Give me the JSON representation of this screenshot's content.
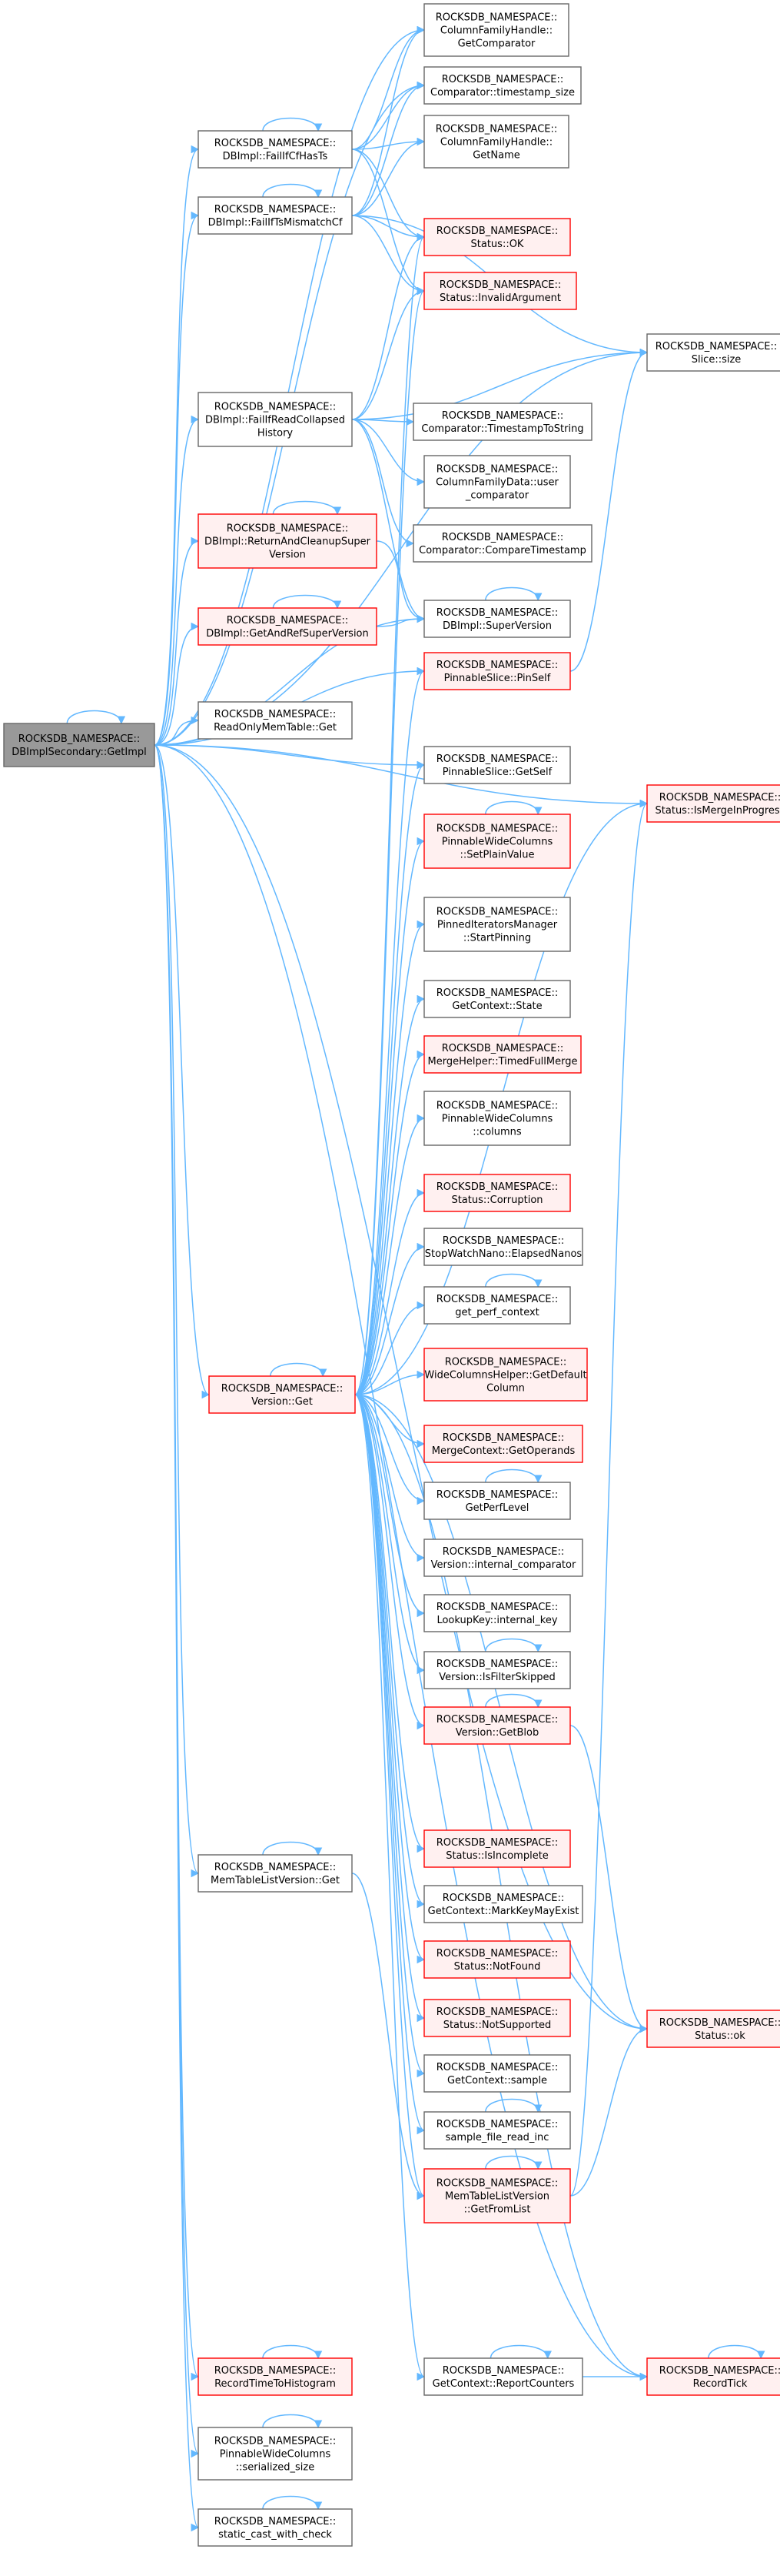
{
  "colors": {
    "edge": "#63b8ff",
    "node_fill": "#ffffff",
    "node_border": "#666666",
    "red_fill": "#fff0f0",
    "red_border": "#ff0000",
    "root_fill": "#999999",
    "root_border": "#666666"
  },
  "nodes": [
    {
      "id": "root",
      "label": [
        "ROCKSDB_NAMESPACE::",
        "DBImplSecondary::GetImpl"
      ],
      "style": "root"
    },
    {
      "id": "n1",
      "label": [
        "ROCKSDB_NAMESPACE::",
        "ColumnFamilyHandle::",
        "GetComparator"
      ],
      "style": "normal"
    },
    {
      "id": "n2",
      "label": [
        "ROCKSDB_NAMESPACE::",
        "Comparator::timestamp_size"
      ],
      "style": "normal"
    },
    {
      "id": "n3",
      "label": [
        "ROCKSDB_NAMESPACE::",
        "ColumnFamilyHandle::",
        "GetName"
      ],
      "style": "normal"
    },
    {
      "id": "n4",
      "label": [
        "ROCKSDB_NAMESPACE::",
        "Status::OK"
      ],
      "style": "red"
    },
    {
      "id": "n5",
      "label": [
        "ROCKSDB_NAMESPACE::",
        "Status::InvalidArgument"
      ],
      "style": "red"
    },
    {
      "id": "n6",
      "label": [
        "ROCKSDB_NAMESPACE::",
        "DBImpl::FailIfCfHasTs"
      ],
      "style": "normal"
    },
    {
      "id": "n7",
      "label": [
        "ROCKSDB_NAMESPACE::",
        "DBImpl::FailIfTsMismatchCf"
      ],
      "style": "normal"
    },
    {
      "id": "n8",
      "label": [
        "ROCKSDB_NAMESPACE::",
        "Slice::size"
      ],
      "style": "normal"
    },
    {
      "id": "n9",
      "label": [
        "ROCKSDB_NAMESPACE::",
        "DBImpl::FailIfReadCollapsed",
        "History"
      ],
      "style": "normal"
    },
    {
      "id": "n10",
      "label": [
        "ROCKSDB_NAMESPACE::",
        "Comparator::TimestampToString"
      ],
      "style": "normal"
    },
    {
      "id": "n11",
      "label": [
        "ROCKSDB_NAMESPACE::",
        "ColumnFamilyData::user",
        "_comparator"
      ],
      "style": "normal"
    },
    {
      "id": "n12",
      "label": [
        "ROCKSDB_NAMESPACE::",
        "Comparator::CompareTimestamp"
      ],
      "style": "normal"
    },
    {
      "id": "n13",
      "label": [
        "ROCKSDB_NAMESPACE::",
        "DBImpl::ReturnAndCleanupSuper",
        "Version"
      ],
      "style": "red"
    },
    {
      "id": "n14",
      "label": [
        "ROCKSDB_NAMESPACE::",
        "DBImpl::SuperVersion"
      ],
      "style": "normal"
    },
    {
      "id": "n15",
      "label": [
        "ROCKSDB_NAMESPACE::",
        "DBImpl::GetAndRefSuperVersion"
      ],
      "style": "red"
    },
    {
      "id": "n16",
      "label": [
        "ROCKSDB_NAMESPACE::",
        "PinnableSlice::PinSelf"
      ],
      "style": "red"
    },
    {
      "id": "n17",
      "label": [
        "ROCKSDB_NAMESPACE::",
        "ReadOnlyMemTable::Get"
      ],
      "style": "normal"
    },
    {
      "id": "n18",
      "label": [
        "ROCKSDB_NAMESPACE::",
        "PinnableSlice::GetSelf"
      ],
      "style": "normal"
    },
    {
      "id": "n19",
      "label": [
        "ROCKSDB_NAMESPACE::",
        "Status::IsMergeInProgress"
      ],
      "style": "red"
    },
    {
      "id": "n20",
      "label": [
        "ROCKSDB_NAMESPACE::",
        "PinnableWideColumns",
        "::SetPlainValue"
      ],
      "style": "red"
    },
    {
      "id": "n21",
      "label": [
        "ROCKSDB_NAMESPACE::",
        "PinnedIteratorsManager",
        "::StartPinning"
      ],
      "style": "normal"
    },
    {
      "id": "n22",
      "label": [
        "ROCKSDB_NAMESPACE::",
        "GetContext::State"
      ],
      "style": "normal"
    },
    {
      "id": "n23",
      "label": [
        "ROCKSDB_NAMESPACE::",
        "MergeHelper::TimedFullMerge"
      ],
      "style": "red"
    },
    {
      "id": "n24",
      "label": [
        "ROCKSDB_NAMESPACE::",
        "PinnableWideColumns",
        "::columns"
      ],
      "style": "normal"
    },
    {
      "id": "n25",
      "label": [
        "ROCKSDB_NAMESPACE::",
        "Status::Corruption"
      ],
      "style": "red"
    },
    {
      "id": "n26",
      "label": [
        "ROCKSDB_NAMESPACE::",
        "StopWatchNano::ElapsedNanos"
      ],
      "style": "normal"
    },
    {
      "id": "n27",
      "label": [
        "ROCKSDB_NAMESPACE::",
        "get_perf_context"
      ],
      "style": "normal"
    },
    {
      "id": "n28",
      "label": [
        "ROCKSDB_NAMESPACE::",
        "WideColumnsHelper::GetDefault",
        "Column"
      ],
      "style": "red"
    },
    {
      "id": "n29",
      "label": [
        "ROCKSDB_NAMESPACE::",
        "Version::Get"
      ],
      "style": "red"
    },
    {
      "id": "n30",
      "label": [
        "ROCKSDB_NAMESPACE::",
        "MergeContext::GetOperands"
      ],
      "style": "red"
    },
    {
      "id": "n31",
      "label": [
        "ROCKSDB_NAMESPACE::",
        "GetPerfLevel"
      ],
      "style": "normal"
    },
    {
      "id": "n32",
      "label": [
        "ROCKSDB_NAMESPACE::",
        "Version::internal_comparator"
      ],
      "style": "normal"
    },
    {
      "id": "n33",
      "label": [
        "ROCKSDB_NAMESPACE::",
        "LookupKey::internal_key"
      ],
      "style": "normal"
    },
    {
      "id": "n34",
      "label": [
        "ROCKSDB_NAMESPACE::",
        "Version::IsFilterSkipped"
      ],
      "style": "normal"
    },
    {
      "id": "n35",
      "label": [
        "ROCKSDB_NAMESPACE::",
        "Version::GetBlob"
      ],
      "style": "red"
    },
    {
      "id": "n36",
      "label": [
        "ROCKSDB_NAMESPACE::",
        "MemTableListVersion::Get"
      ],
      "style": "normal"
    },
    {
      "id": "n37",
      "label": [
        "ROCKSDB_NAMESPACE::",
        "Status::IsIncomplete"
      ],
      "style": "red"
    },
    {
      "id": "n38",
      "label": [
        "ROCKSDB_NAMESPACE::",
        "GetContext::MarkKeyMayExist"
      ],
      "style": "normal"
    },
    {
      "id": "n39",
      "label": [
        "ROCKSDB_NAMESPACE::",
        "Status::NotFound"
      ],
      "style": "red"
    },
    {
      "id": "n40",
      "label": [
        "ROCKSDB_NAMESPACE::",
        "Status::ok"
      ],
      "style": "red"
    },
    {
      "id": "n41",
      "label": [
        "ROCKSDB_NAMESPACE::",
        "Status::NotSupported"
      ],
      "style": "red"
    },
    {
      "id": "n42",
      "label": [
        "ROCKSDB_NAMESPACE::",
        "GetContext::sample"
      ],
      "style": "normal"
    },
    {
      "id": "n43",
      "label": [
        "ROCKSDB_NAMESPACE::",
        "sample_file_read_inc"
      ],
      "style": "normal"
    },
    {
      "id": "n44",
      "label": [
        "ROCKSDB_NAMESPACE::",
        "MemTableListVersion",
        "::GetFromList"
      ],
      "style": "red"
    },
    {
      "id": "n45",
      "label": [
        "ROCKSDB_NAMESPACE::",
        "RecordTimeToHistogram"
      ],
      "style": "red"
    },
    {
      "id": "n46",
      "label": [
        "ROCKSDB_NAMESPACE::",
        "GetContext::ReportCounters"
      ],
      "style": "normal"
    },
    {
      "id": "n47",
      "label": [
        "ROCKSDB_NAMESPACE::",
        "RecordTick"
      ],
      "style": "red"
    },
    {
      "id": "n48",
      "label": [
        "ROCKSDB_NAMESPACE::",
        "PinnableWideColumns",
        "::serialized_size"
      ],
      "style": "normal"
    },
    {
      "id": "n49",
      "label": [
        "ROCKSDB_NAMESPACE::",
        "static_cast_with_check"
      ],
      "style": "normal"
    }
  ]
}
